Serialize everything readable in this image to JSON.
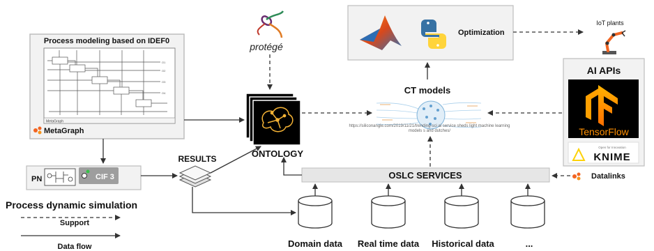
{
  "idef0": {
    "title": "Process modeling based on IDEF0",
    "metagraph": "MetaGraph",
    "sheet_label": "MetaGraph"
  },
  "protege": {
    "label": "protégé"
  },
  "ontology": {
    "label": "ONTOLOGY"
  },
  "results": {
    "label": "RESULTS"
  },
  "simulation": {
    "pn": "PN",
    "cif": "CIF 3",
    "label": "Process dynamic simulation"
  },
  "legend": {
    "support": "Support",
    "dataflow": "Data flow"
  },
  "ct_models": {
    "label": "CT models",
    "watermark_line1": "https://siliconangle.com/2019/11/21/trending-sci ai service sheds light machine learning",
    "watermark_line2": "models s and dutches/"
  },
  "optimization": {
    "label": "Optimization"
  },
  "iot": {
    "label": "IoT plants"
  },
  "ai": {
    "title": "AI APIs",
    "tensorflow": "TensorFlow",
    "knime_tagline": "Open for Innovation",
    "knime": "KNIME"
  },
  "oslc": {
    "label": "OSLC SERVICES"
  },
  "datalinks": {
    "label": "Datalinks"
  },
  "datastores": [
    {
      "label": "Domain data"
    },
    {
      "label": "Real time data"
    },
    {
      "label": "Historical data"
    },
    {
      "label": "..."
    }
  ],
  "colors": {
    "orange": "#f26522",
    "box_gray": "#f2f2f2",
    "oslc_fill": "#e6e6e6",
    "line": "#333333",
    "dark": "#111111"
  }
}
